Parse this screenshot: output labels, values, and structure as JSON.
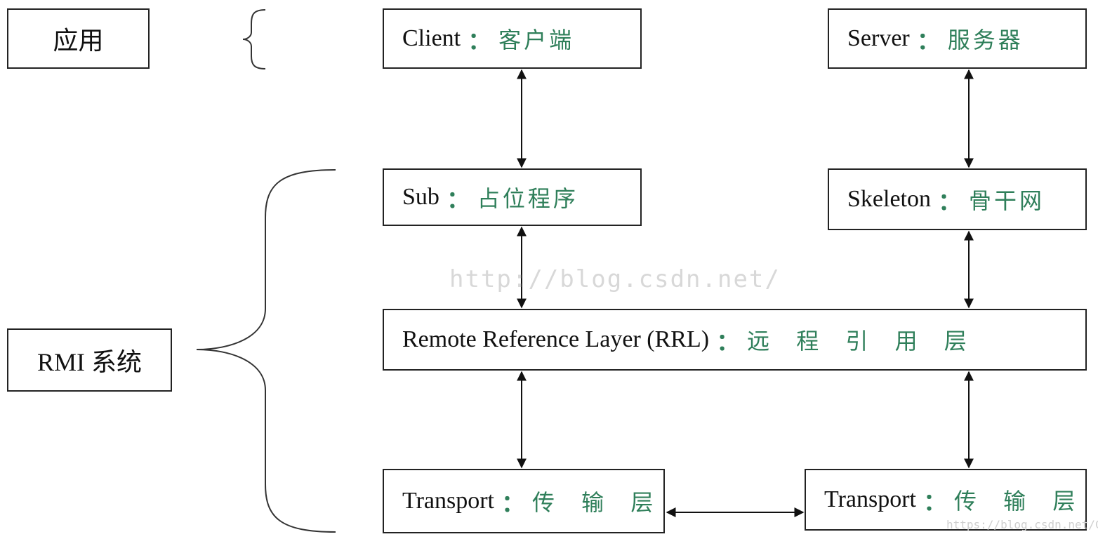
{
  "left_labels": {
    "application": "应用",
    "rmi_system": "RMI 系统"
  },
  "nodes": {
    "client": {
      "name": "Client",
      "sep": "：",
      "zh": "客户端"
    },
    "server": {
      "name": "Server",
      "sep": "：",
      "zh": "服务器"
    },
    "sub": {
      "name": "Sub",
      "sep": "：",
      "zh": "占位程序"
    },
    "skeleton": {
      "name": "Skeleton",
      "sep": "：",
      "zh": "骨干网"
    },
    "rrl": {
      "name": "Remote Reference Layer (RRL)",
      "sep": "：",
      "zh": "远 程 引 用 层"
    },
    "transport_left": {
      "name": "Transport",
      "sep": "：",
      "zh": "传 输 层"
    },
    "transport_right": {
      "name": "Transport",
      "sep": "：",
      "zh": "传 输 层"
    }
  },
  "watermark": {
    "center": "http://blog.csdn.net/",
    "corner": "https://blog.csdn.net/CandyYS"
  },
  "colors": {
    "chinese_text": "#2f7f5a",
    "border": "#222222",
    "watermark": "#d8d8d8"
  }
}
